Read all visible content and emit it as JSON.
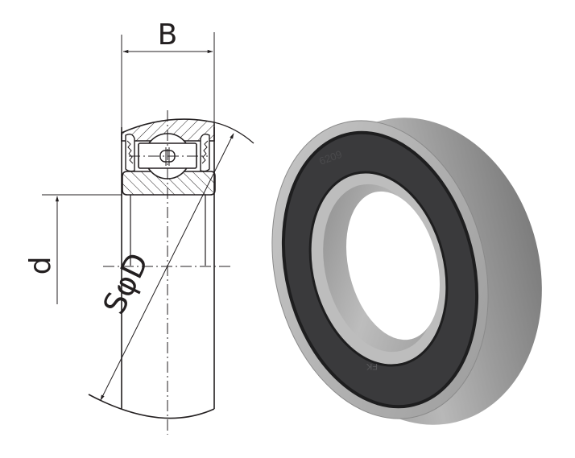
{
  "drawing": {
    "labels": {
      "width": "B",
      "bore": "d",
      "outer_diameter": "SφD"
    },
    "line_color": "#231f20",
    "hatch_color": "#231f20"
  },
  "photo": {
    "seal_marking_top": "6209",
    "seal_marking_bottom": "FK",
    "colors": {
      "ring_steel": "#a9a9a9",
      "ring_highlight": "#d4d4d4",
      "seal_rubber": "#3a3a3c",
      "seal_edge": "#1e1e1f"
    }
  }
}
